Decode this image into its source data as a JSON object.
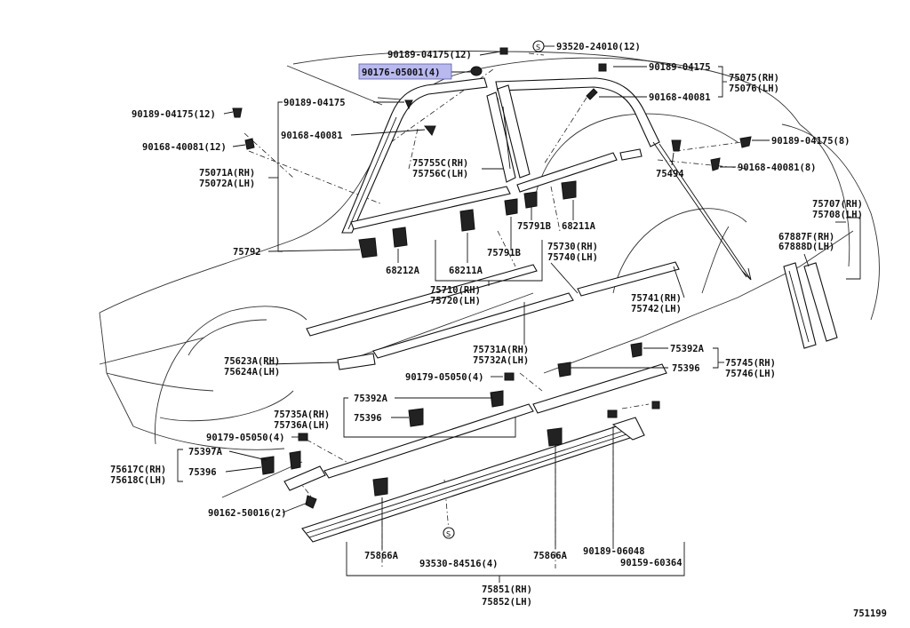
{
  "diagram": {
    "figure_id": "751199",
    "highlighted_part": "90176-05001(4)",
    "highlight_color": "#b9b9f0",
    "labels": {
      "p_90189_04175_12_top": "90189-04175(12)",
      "p_93520_24010": "93520-24010(12)",
      "p_90176_05001": "90176-05001(4)",
      "p_90189_04175_r": "90189-04175",
      "p_75075": "75075(RH)",
      "p_75076": "75076(LH)",
      "p_90189_04175_l": "90189-04175",
      "p_90168_40081_r": "90168-40081",
      "p_90189_04175_12_l": "90189-04175(12)",
      "p_90168_40081_l": "90168-40081",
      "p_90168_40081_12": "90168-40081(12)",
      "p_90189_04175_8": "90189-04175(8)",
      "p_90168_40081_8": "90168-40081(8)",
      "p_75755c": "75755C(RH)",
      "p_75756c": "75756C(LH)",
      "p_75494": "75494",
      "p_75071a": "75071A(RH)",
      "p_75072a": "75072A(LH)",
      "p_75707": "75707(RH)",
      "p_75708": "75708(LH)",
      "p_75791b_a": "75791B",
      "p_68211a_a": "68211A",
      "p_67887f": "67887F(RH)",
      "p_67888d": "67888D(LH)",
      "p_75730": "75730(RH)",
      "p_75740": "75740(LH)",
      "p_75792": "75792",
      "p_75791b_b": "75791B",
      "p_68212a": "68212A",
      "p_68211a_b": "68211A",
      "p_75710": "75710(RH)",
      "p_75720": "75720(LH)",
      "p_75741": "75741(RH)",
      "p_75742": "75742(LH)",
      "p_75392a_r": "75392A",
      "p_75731a": "75731A(RH)",
      "p_75732a": "75732A(LH)",
      "p_75623a": "75623A(RH)",
      "p_75624a": "75624A(LH)",
      "p_75396_r": "75396",
      "p_75745": "75745(RH)",
      "p_75746": "75746(LH)",
      "p_90179_05050_r": "90179-05050(4)",
      "p_75392a_l": "75392A",
      "p_75735a": "75735A(RH)",
      "p_75736a": "75736A(LH)",
      "p_75396_m": "75396",
      "p_90179_05050_l": "90179-05050(4)",
      "p_75397a": "75397A",
      "p_75617c": "75617C(RH)",
      "p_75618c": "75618C(LH)",
      "p_75396_l": "75396",
      "p_90162_50016": "90162-50016(2)",
      "p_75866a_l": "75866A",
      "p_93530_84516": "93530-84516(4)",
      "p_75866a_r": "75866A",
      "p_90189_06048": "90189-06048",
      "p_90159_60364": "90159-60364",
      "p_75851": "75851(RH)",
      "p_75852": "75852(LH)"
    }
  }
}
